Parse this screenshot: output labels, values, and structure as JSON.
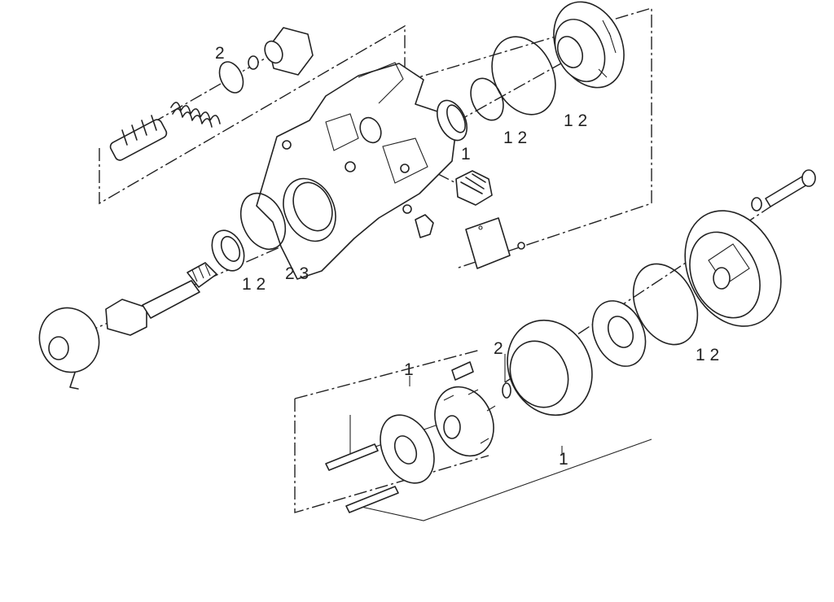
{
  "callouts": {
    "top_spring_ring": "2",
    "top_oring_small": "1 2",
    "top_oring_large": "1 2",
    "top_seal": "1",
    "front_oring": "1 2",
    "front_seal": "2 3",
    "rear_snap_ring": "2",
    "rear_kit_upper": "1",
    "rear_kit_lower": "1",
    "rear_cover_oring": "1 2"
  }
}
